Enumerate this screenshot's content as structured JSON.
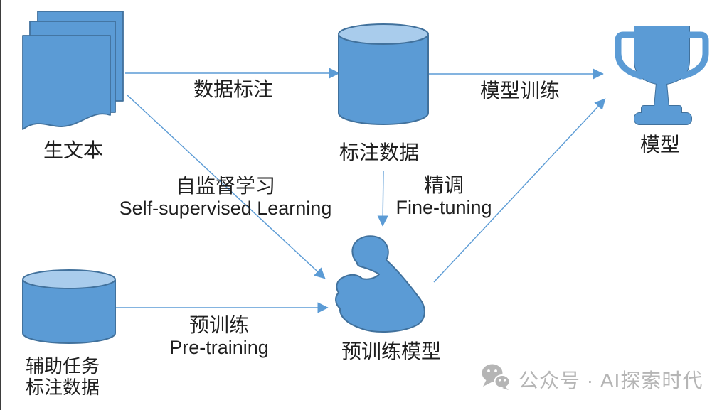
{
  "colors": {
    "shape_fill": "#5B9BD5",
    "cylinder_top_fill": "#A9CCEC",
    "shape_stroke": "#41719C",
    "arrow": "#5B9BD5",
    "label_text": "#1f1f1f",
    "watermark_text": "#b5b5b5"
  },
  "nodes": {
    "raw_text": {
      "label": "生文本",
      "icon": "document-stack-icon"
    },
    "labeled_data": {
      "label": "标注数据",
      "icon": "database-icon"
    },
    "model": {
      "label": "模型",
      "icon": "trophy-icon"
    },
    "aux_labeled_data": {
      "label_line1": "辅助任务",
      "label_line2": "标注数据",
      "icon": "database-icon"
    },
    "pretrained_model": {
      "label": "预训练模型",
      "icon": "muscle-icon"
    }
  },
  "edges": {
    "data_annotation": {
      "label": "数据标注",
      "from": "raw_text",
      "to": "labeled_data"
    },
    "model_training": {
      "label": "模型训练",
      "from": "labeled_data",
      "to": "model"
    },
    "self_supervised_learning": {
      "label_zh": "自监督学习",
      "label_en": "Self-supervised Learning",
      "from": "raw_text",
      "to": "pretrained_model"
    },
    "fine_tuning": {
      "label_zh": "精调",
      "label_en": "Fine-tuning",
      "from": "labeled_data",
      "to": "pretrained_model"
    },
    "pre_training": {
      "label_zh": "预训练",
      "label_en": "Pre-training",
      "from": "aux_labeled_data",
      "to": "pretrained_model"
    },
    "pretrained_to_model": {
      "from": "pretrained_model",
      "to": "model"
    }
  },
  "watermark": {
    "icon": "wechat-icon",
    "text": "公众号 · AI探索时代"
  }
}
